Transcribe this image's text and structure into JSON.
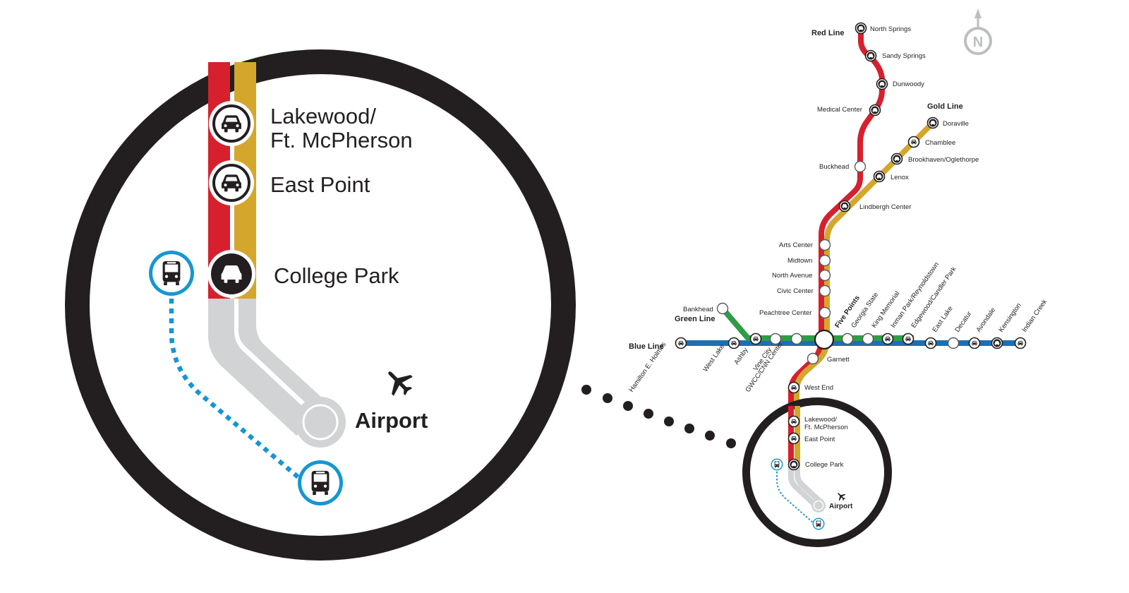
{
  "colors": {
    "red_line": "#d7202d",
    "gold_line": "#d4a72c",
    "green_line": "#2e9d47",
    "blue_line": "#1d6fb3",
    "airport_spur": "#d1d3d4",
    "bus_blue": "#1596d4",
    "ring_black": "#231f20"
  },
  "zoom": {
    "lakewood_line1": "Lakewood/",
    "lakewood_line2": "Ft. McPherson",
    "east_point": "East Point",
    "college_park": "College Park",
    "airport": "Airport"
  },
  "lines": {
    "red": "Red Line",
    "gold": "Gold Line",
    "green": "Green Line",
    "blue": "Blue Line"
  },
  "stations": {
    "north_springs": "North Springs",
    "sandy_springs": "Sandy Springs",
    "dunwoody": "Dunwoody",
    "medical_center": "Medical Center",
    "buckhead": "Buckhead",
    "doraville": "Doraville",
    "chamblee": "Chamblee",
    "brookhaven": "Brookhaven/Oglethorpe",
    "lenox": "Lenox",
    "lindbergh": "Lindbergh Center",
    "arts_center": "Arts Center",
    "midtown": "Midtown",
    "north_avenue": "North Avenue",
    "civic_center": "Civic Center",
    "peachtree_center": "Peachtree Center",
    "five_points": "Five Points",
    "bankhead": "Bankhead",
    "hamilton": "Hamilton E. Holmes",
    "west_lake": "West Lake",
    "ashby": "Ashby",
    "vine_city": "Vine City",
    "gwcc": "GWCC/CNN Center",
    "georgia_state": "Georgia State",
    "king_memorial": "King Memorial",
    "inman_park": "Inman Park/Reynoldstown",
    "edgewood": "Edgewood/Candler Park",
    "east_lake": "East Lake",
    "decatur": "Decatur",
    "avondale": "Avondale",
    "kensington": "Kensington",
    "indian_creek": "Indian Creek",
    "garnett": "Garnett",
    "west_end": "West End",
    "lakewood_line1": "Lakewood/",
    "lakewood_line2": "Ft. McPherson",
    "east_point": "East Point",
    "college_park": "College Park",
    "airport": "Airport"
  },
  "compass": {
    "label": "N"
  },
  "icons": [
    "car-icon",
    "bus-icon",
    "airplane-icon",
    "north-arrow-icon"
  ]
}
